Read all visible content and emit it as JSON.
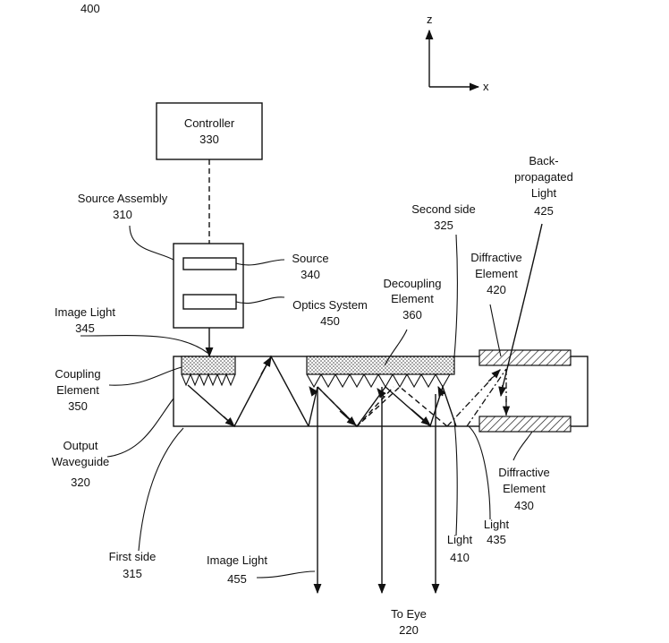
{
  "figure": {
    "number": "400",
    "axes": {
      "z": "z",
      "x": "x"
    },
    "labels": {
      "controller": [
        "Controller",
        "330"
      ],
      "source_assembly": [
        "Source Assembly",
        "310"
      ],
      "source": [
        "Source",
        "340"
      ],
      "optics_system": [
        "Optics System",
        "450"
      ],
      "image_light_in": [
        "Image Light",
        "345"
      ],
      "coupling_element": [
        "Coupling",
        "Element",
        "350"
      ],
      "output_waveguide": [
        "Output",
        "Waveguide",
        "320"
      ],
      "first_side": [
        "First side",
        "315"
      ],
      "image_light_out": [
        "Image Light",
        "455"
      ],
      "to_eye": [
        "To Eye",
        "220"
      ],
      "second_side": [
        "Second side",
        "325"
      ],
      "decoupling_element": [
        "Decoupling",
        "Element",
        "360"
      ],
      "diffractive_element_420": [
        "Diffractive",
        "Element",
        "420"
      ],
      "back_propagated_light": [
        "Back-",
        "propagated",
        "Light",
        "425"
      ],
      "diffractive_element_430": [
        "Diffractive",
        "Element",
        "430"
      ],
      "light_435": [
        "Light",
        "435"
      ],
      "light_410": [
        "Light",
        "410"
      ]
    }
  }
}
